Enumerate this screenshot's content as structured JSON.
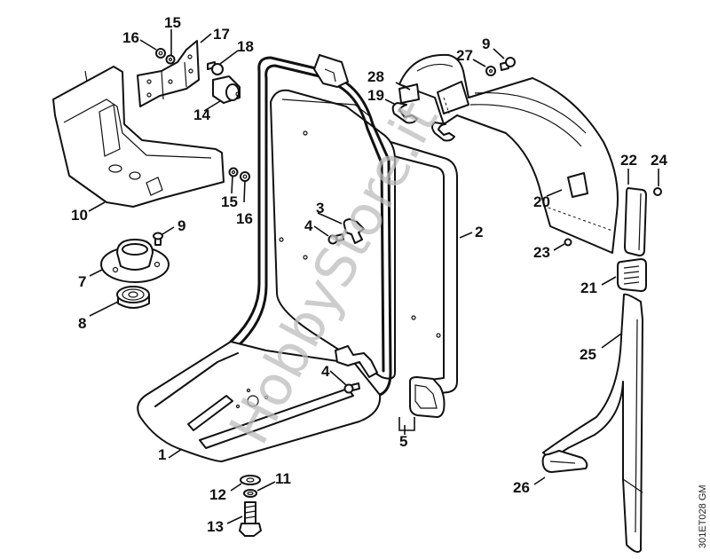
{
  "diagram": {
    "title": "Backpack frame exploded parts diagram",
    "watermark": "HobbyStore.it",
    "drawing_code": "301ET028 GM",
    "colors": {
      "line": "#111111",
      "watermark": "#bdbdbd",
      "background": "#ffffff"
    },
    "callouts": [
      {
        "id": "c1",
        "label": "1",
        "part": "base-plate-frame"
      },
      {
        "id": "c2",
        "label": "2",
        "part": "back-plate"
      },
      {
        "id": "c3",
        "label": "3",
        "part": "clip"
      },
      {
        "id": "c4a",
        "label": "4",
        "part": "screw"
      },
      {
        "id": "c4b",
        "label": "4",
        "part": "screw"
      },
      {
        "id": "c5",
        "label": "5",
        "part": "hook-set"
      },
      {
        "id": "c7",
        "label": "7",
        "part": "flange"
      },
      {
        "id": "c8",
        "label": "8",
        "part": "ball-bearing"
      },
      {
        "id": "c9a",
        "label": "9",
        "part": "screw"
      },
      {
        "id": "c9b",
        "label": "9",
        "part": "screw"
      },
      {
        "id": "c10",
        "label": "10",
        "part": "tray"
      },
      {
        "id": "c11",
        "label": "11",
        "part": "lock-washer"
      },
      {
        "id": "c12",
        "label": "12",
        "part": "washer"
      },
      {
        "id": "c13",
        "label": "13",
        "part": "hex-bolt"
      },
      {
        "id": "c14",
        "label": "14",
        "part": "annular-buffer"
      },
      {
        "id": "c15a",
        "label": "15",
        "part": "washer"
      },
      {
        "id": "c15b",
        "label": "15",
        "part": "washer"
      },
      {
        "id": "c16a",
        "label": "16",
        "part": "nut"
      },
      {
        "id": "c16b",
        "label": "16",
        "part": "nut"
      },
      {
        "id": "c17",
        "label": "17",
        "part": "bracket"
      },
      {
        "id": "c18",
        "label": "18",
        "part": "screw"
      },
      {
        "id": "c19",
        "label": "19",
        "part": "hook"
      },
      {
        "id": "c20",
        "label": "20",
        "part": "shoulder-harness"
      },
      {
        "id": "c21",
        "label": "21",
        "part": "buckle"
      },
      {
        "id": "c22",
        "label": "22",
        "part": "pad"
      },
      {
        "id": "c23",
        "label": "23",
        "part": "rivet"
      },
      {
        "id": "c24",
        "label": "24",
        "part": "rivet"
      },
      {
        "id": "c25",
        "label": "25",
        "part": "strap"
      },
      {
        "id": "c26",
        "label": "26",
        "part": "triangular-ring"
      },
      {
        "id": "c27",
        "label": "27",
        "part": "washer"
      },
      {
        "id": "c28",
        "label": "28",
        "part": "loop"
      }
    ]
  }
}
